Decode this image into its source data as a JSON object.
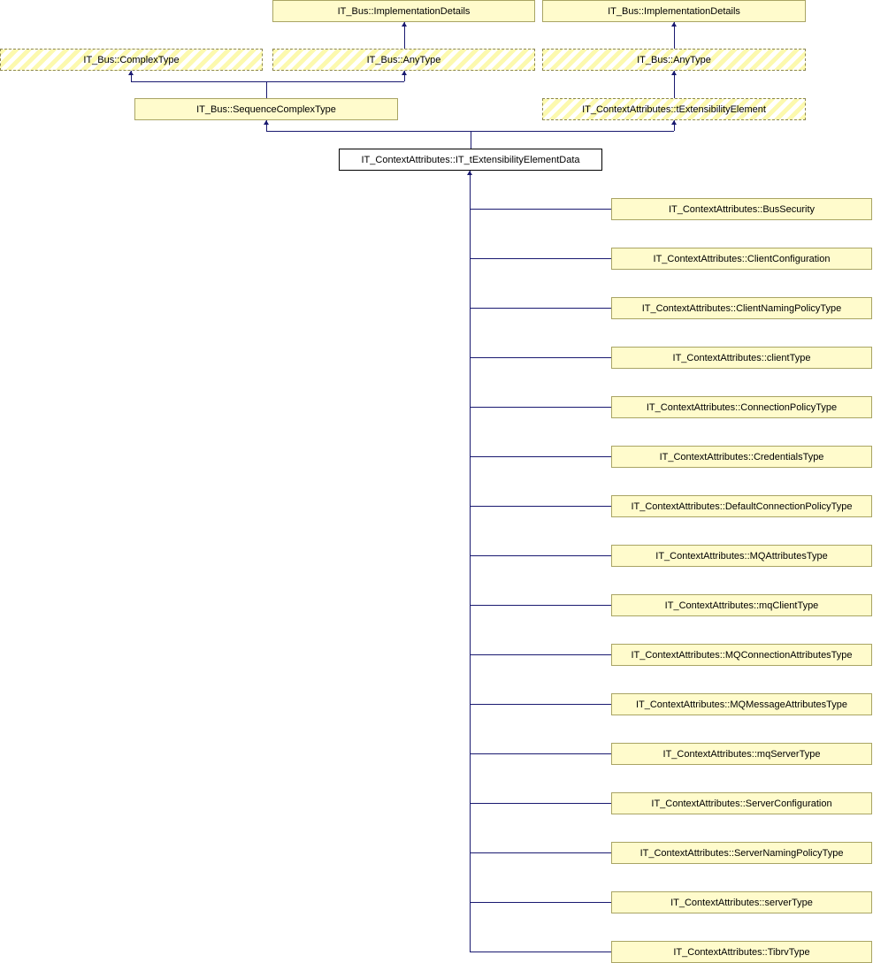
{
  "diagram": {
    "type": "class-inheritance-graph",
    "title": "IT_ContextAttributes::IT_tExtensibilityElementData inheritance diagram",
    "colors": {
      "solid_fill": "#fffbcc",
      "solid_border": "#a9a464",
      "hatch_stripe": "#fcf9ae",
      "hatch_border": "#8c8750",
      "focus_fill": "#ffffff",
      "focus_border": "#000000",
      "edge": "#191970"
    },
    "ancestors_row1": [
      {
        "label": "IT_Bus::ImplementationDetails",
        "style": "solid"
      },
      {
        "label": "IT_Bus::ImplementationDetails",
        "style": "solid"
      }
    ],
    "ancestors_row2": [
      {
        "label": "IT_Bus::ComplexType",
        "style": "hatched"
      },
      {
        "label": "IT_Bus::AnyType",
        "style": "hatched"
      },
      {
        "label": "IT_Bus::AnyType",
        "style": "hatched"
      }
    ],
    "ancestors_row3": [
      {
        "label": "IT_Bus::SequenceComplexType",
        "style": "solid"
      },
      {
        "label": "IT_ContextAttributes::tExtensibilityElement",
        "style": "hatched"
      }
    ],
    "focus": {
      "label": "IT_ContextAttributes::IT_tExtensibilityElementData",
      "style": "focus"
    },
    "derived": [
      {
        "label": "IT_ContextAttributes::BusSecurity"
      },
      {
        "label": "IT_ContextAttributes::ClientConfiguration"
      },
      {
        "label": "IT_ContextAttributes::ClientNamingPolicyType"
      },
      {
        "label": "IT_ContextAttributes::clientType"
      },
      {
        "label": "IT_ContextAttributes::ConnectionPolicyType"
      },
      {
        "label": "IT_ContextAttributes::CredentialsType"
      },
      {
        "label": "IT_ContextAttributes::DefaultConnectionPolicyType"
      },
      {
        "label": "IT_ContextAttributes::MQAttributesType"
      },
      {
        "label": "IT_ContextAttributes::mqClientType"
      },
      {
        "label": "IT_ContextAttributes::MQConnectionAttributesType"
      },
      {
        "label": "IT_ContextAttributes::MQMessageAttributesType"
      },
      {
        "label": "IT_ContextAttributes::mqServerType"
      },
      {
        "label": "IT_ContextAttributes::ServerConfiguration"
      },
      {
        "label": "IT_ContextAttributes::ServerNamingPolicyType"
      },
      {
        "label": "IT_ContextAttributes::serverType"
      },
      {
        "label": "IT_ContextAttributes::TibrvType"
      }
    ]
  }
}
